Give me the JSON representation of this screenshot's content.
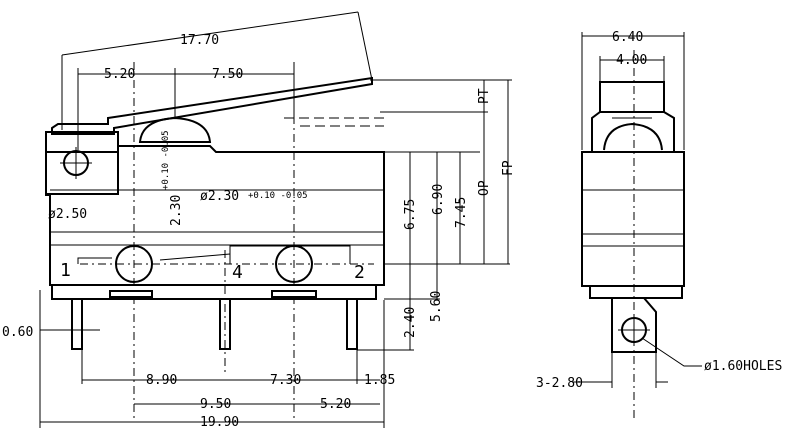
{
  "side_view": {
    "dims": {
      "lever_length": "17.70",
      "pivot_to_roller": "5.20",
      "roller_to_hole": "7.50",
      "hole_dia_small": "ø2.50",
      "hole_pos_v": "2.30",
      "hole_tol_v": "+0.10 -0.05",
      "hole_dia_right": "ø2.30",
      "hole_tol_right": "+0.10 -0.05",
      "h_675": "6.75",
      "h_690": "6.90",
      "h_745": "7.45",
      "op": "OP",
      "pt": "PT",
      "fp": "FP",
      "h_560": "5.60",
      "h_240": "2.40",
      "pin_thick": "0.60",
      "bot_890": "8.90",
      "bot_730": "7.30",
      "bot_185": "1.85",
      "bot_950": "9.50",
      "bot_520": "5.20",
      "bot_1990": "19.90"
    },
    "pins": [
      "1",
      "4",
      "2"
    ]
  },
  "end_view": {
    "dims": {
      "width": "6.40",
      "width_inner": "4.00",
      "pin_pitch": "3-2.80",
      "holes": "ø1.60HOLES"
    }
  }
}
